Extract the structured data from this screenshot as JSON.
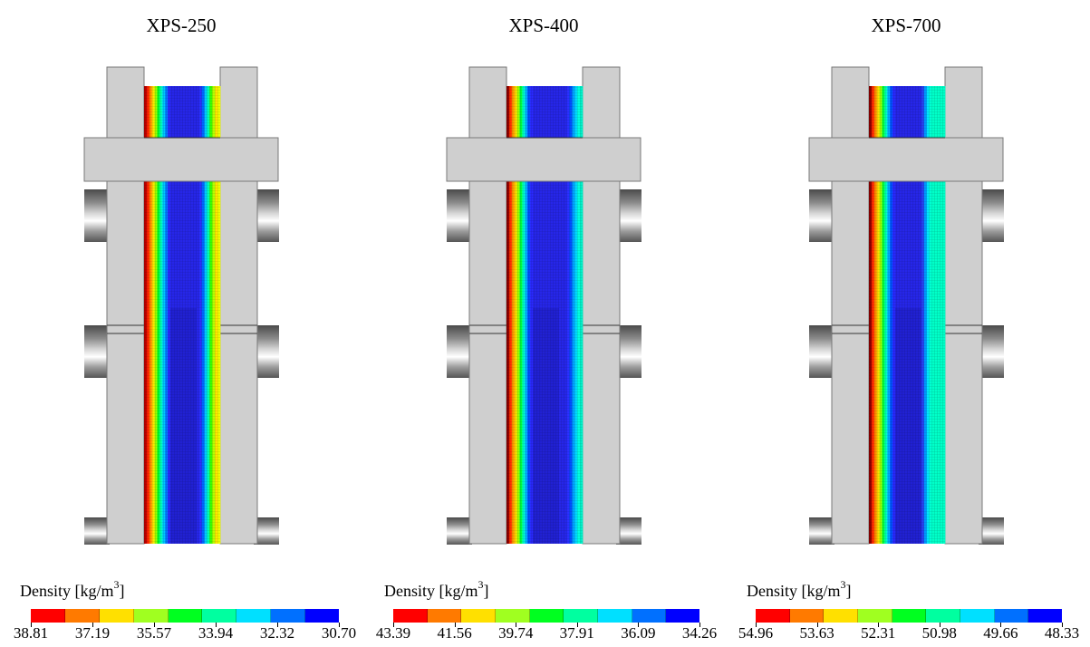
{
  "panels": [
    {
      "title": "XPS-250",
      "legend": {
        "label": "Density [kg/m",
        "label_sup": "3",
        "label_end": "]",
        "ticks": [
          "38.81",
          "37.19",
          "35.57",
          "33.94",
          "32.32",
          "30.70"
        ]
      },
      "profile": [
        "#b80000",
        "#ff2200",
        "#ff8c00",
        "#ffe400",
        "#9cff00",
        "#00ff2a",
        "#00ffc0",
        "#00c8ff",
        "#007dff",
        "#2a2aff",
        "#2626e8",
        "#2626e8",
        "#2626e8",
        "#2626e8",
        "#2626e8",
        "#2626e8",
        "#2626e8",
        "#2626e8",
        "#2626e8",
        "#2626e8",
        "#2626e8",
        "#2a30ff",
        "#0064ff",
        "#00c8ff",
        "#00ffb4",
        "#3cff00",
        "#b4ff00",
        "#ffe600",
        "#f0ff00"
      ]
    },
    {
      "title": "XPS-400",
      "legend": {
        "label": "Density [kg/m",
        "label_sup": "3",
        "label_end": "]",
        "ticks": [
          "43.39",
          "41.56",
          "39.74",
          "37.91",
          "36.09",
          "34.26"
        ]
      },
      "profile": [
        "#8b0000",
        "#ff3000",
        "#ff9600",
        "#ffdc00",
        "#a0ff00",
        "#00ff40",
        "#00ffc8",
        "#00b4ff",
        "#0050ff",
        "#2a2aff",
        "#2626e8",
        "#2626e8",
        "#2626e8",
        "#2626e8",
        "#2626e8",
        "#2626e8",
        "#2626e8",
        "#2626e8",
        "#2626e8",
        "#2626e8",
        "#2626e8",
        "#2626e8",
        "#2626e8",
        "#2a30ff",
        "#0050ff",
        "#00a0ff",
        "#00d8ff",
        "#00ffe0",
        "#00f0c8"
      ]
    },
    {
      "title": "XPS-700",
      "legend": {
        "label": "Density [kg/m",
        "label_sup": "3",
        "label_end": "]",
        "ticks": [
          "54.96",
          "53.63",
          "52.31",
          "50.98",
          "49.66",
          "48.33"
        ]
      },
      "profile": [
        "#8b0000",
        "#ff2a00",
        "#ff8c00",
        "#ffdc00",
        "#a0ff00",
        "#00ff40",
        "#00ffc0",
        "#00b4ff",
        "#0050ff",
        "#2a2aff",
        "#2626e8",
        "#2626e8",
        "#2626e8",
        "#2626e8",
        "#2626e8",
        "#2626e8",
        "#2626e8",
        "#2626e8",
        "#2626e8",
        "#2626e8",
        "#2640f0",
        "#0096ff",
        "#00e6ff",
        "#00ffd2",
        "#00ffc8",
        "#00ffc8",
        "#00ffc8",
        "#00ffc8",
        "#00ffc8"
      ]
    }
  ],
  "legend_colors": [
    "#ff0000",
    "#ff7a00",
    "#ffe000",
    "#a0ff20",
    "#00ff20",
    "#00ffa0",
    "#00e0ff",
    "#0070ff",
    "#0000ff"
  ],
  "colors": {
    "steel": "#cfcfcf",
    "steel_edge": "#7a7a7a"
  }
}
